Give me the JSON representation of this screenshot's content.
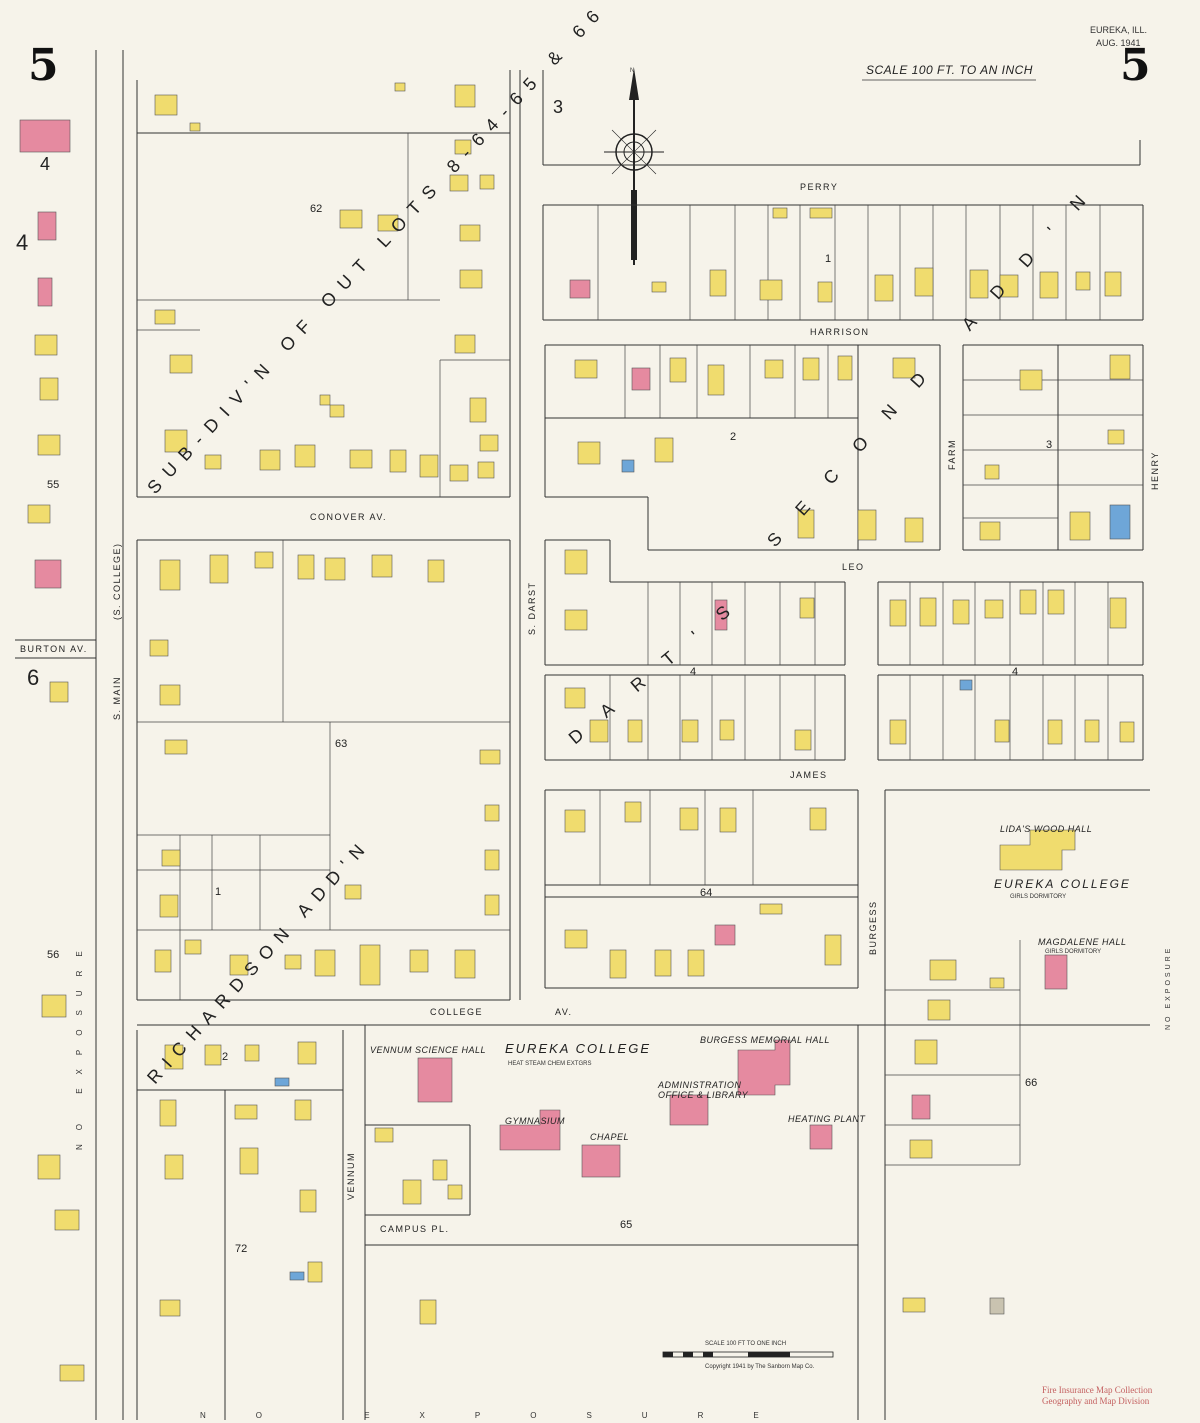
{
  "header": {
    "sheet_left": "5",
    "sheet_right": "5",
    "place": "EUREKA, ILL.",
    "date": "AUG. 1941",
    "scale": "SCALE 100 FT. TO AN INCH",
    "compass_n": "N"
  },
  "streets": {
    "perry": "PERRY",
    "harrison": "HARRISON",
    "conover": "CONOVER  AV.",
    "leo": "LEO",
    "james": "JAMES",
    "college_av": "COLLEGE",
    "college_av2": "AV.",
    "burton": "BURTON  AV.",
    "s_main": "S. MAIN",
    "s_college": "(S. COLLEGE)",
    "s_darst": "S. DARST",
    "farm": "FARM",
    "henry": "HENRY",
    "burgess": "BURGESS",
    "vennum": "VENNUM",
    "campus": "CAMPUS  PL."
  },
  "additions": {
    "subdiv": "SUB-DIV'N OF OUT LOTS 8-64-65 & 66",
    "second": "SECOND ADD'N",
    "darts": "DART'S",
    "richardson": "RICHARDSON ADD'N"
  },
  "blocks": [
    "3",
    "62",
    "1",
    "2",
    "3",
    "4",
    "4",
    "55",
    "63",
    "64",
    "56",
    "1",
    "2",
    "65",
    "66",
    "72",
    "6",
    "4",
    "4"
  ],
  "buildings": {
    "lidas": "LIDA'S WOOD HALL",
    "eureka_college_1": "EUREKA COLLEGE",
    "girls_dorm": "GIRLS DORMITORY",
    "magdalene": "MAGDALENE HALL",
    "girls_dorm2": "GIRLS DORMITORY",
    "vennum_hall": "VENNUM SCIENCE HALL",
    "eureka_college_2": "EUREKA  COLLEGE",
    "heat_note": "HEAT STEAM  CHEM EXTGRS",
    "burgess_hall": "BURGESS MEMORIAL HALL",
    "gymnasium": "GYMNASIUM",
    "admin": "ADMINISTRATION",
    "office_library": "OFFICE & LIBRARY",
    "chapel": "CHAPEL",
    "heating_plant": "HEATING PLANT"
  },
  "footer": {
    "scale_bar": "SCALE 100 FT TO ONE INCH",
    "copyright": "Copyright 1941 by The Sanborn Map Co.",
    "watermark_1": "Fire Insurance Map Collection",
    "watermark_2": "Geography and Map Division",
    "exposure_right": "NO EXPOSURE",
    "exposure_left": "NO EXPOSURE",
    "exposure_bottom": "NO EXPOSURE"
  },
  "colors": {
    "paper": "#f6f3ea",
    "frame_brick": "#e58aa0",
    "frame_wood": "#f0dc6e",
    "stone": "#6ea6d8"
  }
}
